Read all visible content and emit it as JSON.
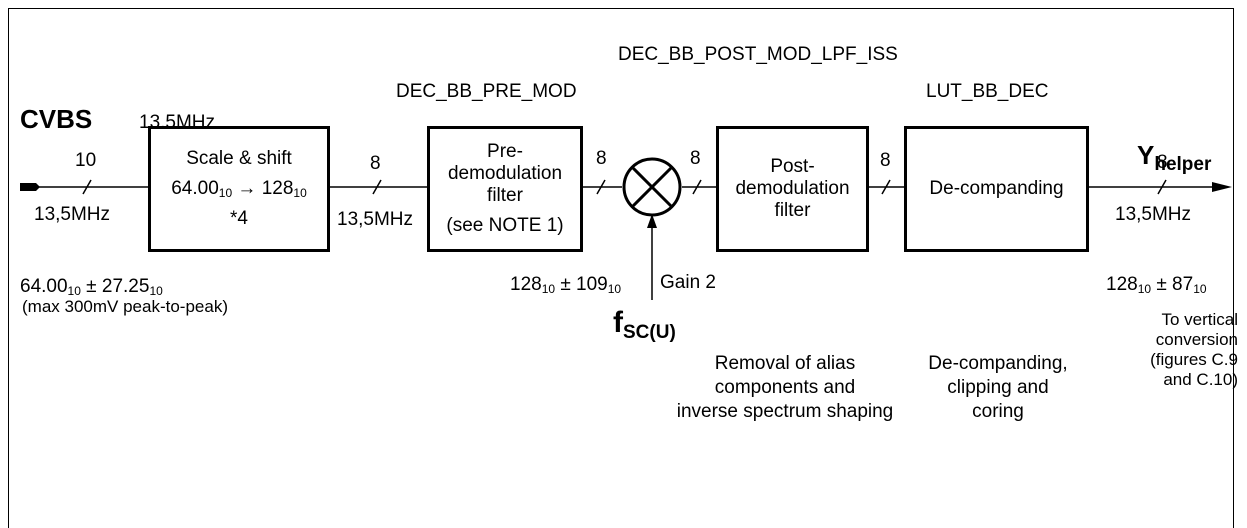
{
  "labels": {
    "lpf_iss": "DEC_BB_POST_MOD_LPF_ISS",
    "pre_mod": "DEC_BB_PRE_MOD",
    "lut": "LUT_BB_DEC",
    "input": "CVBS",
    "output_main": "Y",
    "output_sub": "helper",
    "mixer_rate": "13,5MHz"
  },
  "input_bus": {
    "width": "10",
    "rate": "13,5MHz"
  },
  "bus_after_scale": {
    "width": "8",
    "rate": "13,5MHz"
  },
  "bus_after_pre": {
    "width": "8"
  },
  "bus_after_mixer": {
    "width": "8"
  },
  "bus_after_post": {
    "width": "8"
  },
  "output_bus": {
    "width": "8",
    "rate": "13,5MHz"
  },
  "blocks": {
    "scale": {
      "line1": "Scale & shift",
      "line2_a": "64.00",
      "line2_sub_a": "10",
      "line2_arrow": " → 128",
      "line2_sub_b": "10",
      "line3": "*4"
    },
    "pre": {
      "line1": "Pre-",
      "line2": "demodulation",
      "line3": "filter",
      "line4": "(see NOTE 1)"
    },
    "post": {
      "line1": "Post-",
      "line2": "demodulation",
      "line3": "filter"
    },
    "decomp": {
      "line1": "De-companding"
    }
  },
  "annotations": {
    "input_range_a": "64.00",
    "input_range_sub_a": "10",
    "input_range_b": " ± 27.25",
    "input_range_sub_b": "10",
    "input_range_note": "(max 300mV peak-to-peak)",
    "mixer_range_a": "128",
    "mixer_range_sub_a": "10",
    "mixer_range_b": " ± 109",
    "mixer_range_sub_b": "10",
    "gain": "Gain  2",
    "fsc_main": "f",
    "fsc_sub": "SC(U)",
    "output_range_a": "128",
    "output_range_sub_a": "10",
    "output_range_b": " ± 87",
    "output_range_sub_b": "10",
    "output_dest": [
      "To vertical",
      "conversion",
      "(figures C.9",
      "and C.10)"
    ],
    "post_desc": [
      "Removal of alias",
      "components and",
      "inverse spectrum shaping"
    ],
    "decomp_desc": [
      "De-companding,",
      "clipping and",
      "coring"
    ]
  }
}
